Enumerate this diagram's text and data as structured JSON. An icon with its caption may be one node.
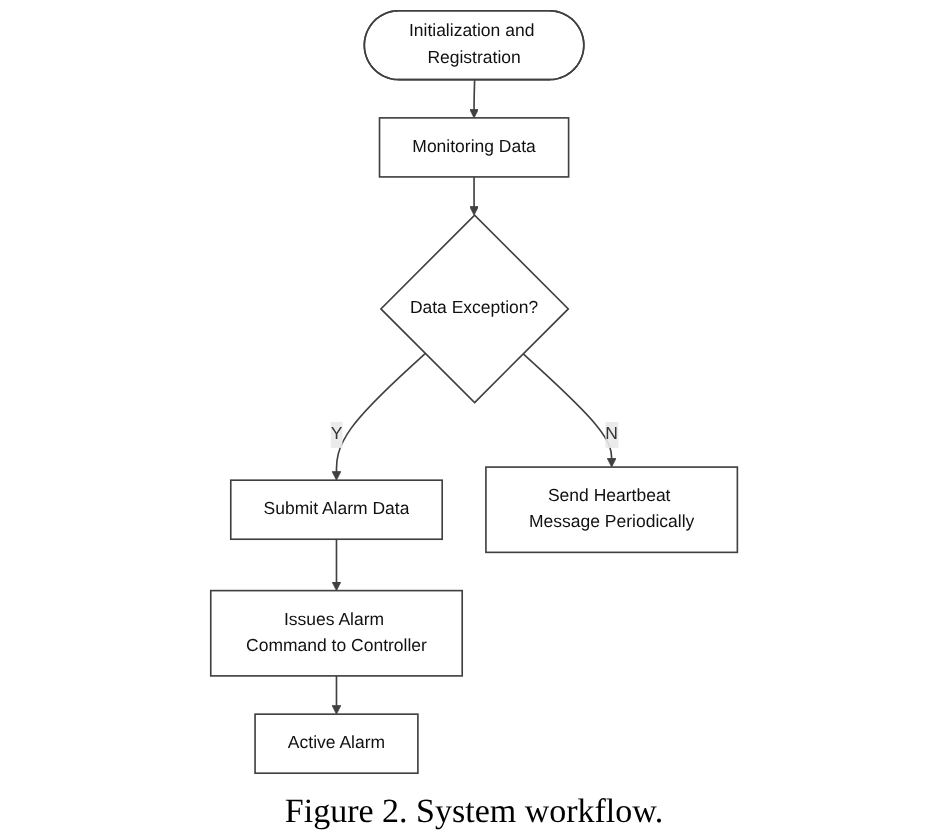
{
  "diagram": {
    "caption": "Figure 2. System workflow.",
    "nodes": [
      {
        "text": [
          "Initialization and Registration"
        ]
      },
      {
        "text": [
          "Monitoring Data"
        ]
      },
      {
        "text": [
          "Data Exception?"
        ]
      },
      {
        "text": [
          "Submit Alarm Data"
        ]
      },
      {
        "text": [
          "Issues Alarm Command to Controller"
        ]
      },
      {
        "text": [
          "Active Alarm"
        ]
      },
      {
        "text": [
          "Send Heartbeat Message Periodically"
        ]
      }
    ],
    "edges": [
      {
        "from": 0,
        "to": 1,
        "arrow": "to"
      },
      {
        "from": 1,
        "to": 2,
        "arrow": "to"
      },
      {
        "from": 2,
        "to": 3,
        "arrow": "to",
        "label": "Y"
      },
      {
        "from": 3,
        "to": 4,
        "arrow": "to"
      },
      {
        "from": 4,
        "to": 5,
        "arrow": "to"
      },
      {
        "from": 2,
        "to": 6,
        "arrow": "to",
        "label": "N"
      }
    ]
  }
}
